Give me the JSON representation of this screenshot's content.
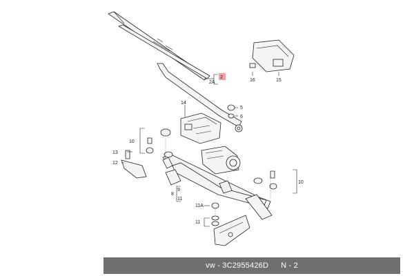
{
  "callouts": {
    "c2": "2",
    "c2a": "2A",
    "c5": "5",
    "c6": "6",
    "c8": "8",
    "c9": "9",
    "c10_left": "10",
    "c10_right": "10",
    "c11_a": "11",
    "c11_b": "11",
    "c11a": "11A",
    "c12": "12",
    "c13": "13",
    "c14": "14",
    "c15": "15",
    "c16": "16"
  },
  "footer": {
    "part_number": "vw - 3C2955426D",
    "page": "N - 2"
  },
  "colors": {
    "highlight_fill": "#f4a0a8",
    "footer_bg": "#6f6f6f"
  }
}
